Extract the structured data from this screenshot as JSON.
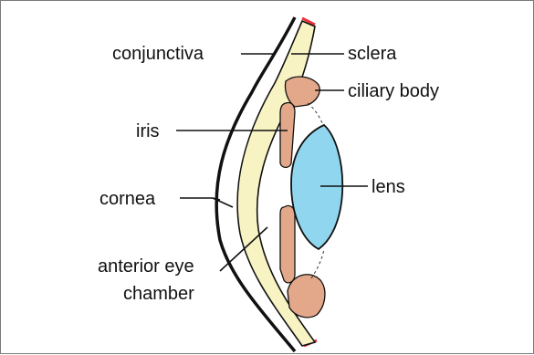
{
  "labels": {
    "conjunctiva": "conjunctiva",
    "sclera": "sclera",
    "ciliary_body": "ciliary body",
    "iris": "iris",
    "lens": "lens",
    "cornea": "cornea",
    "anterior_eye_chamber_line1": "anterior eye",
    "anterior_eye_chamber_line2": "chamber"
  },
  "colors": {
    "sclera_cornea": "#f8f3c3",
    "ciliary_iris": "#e3a88a",
    "lens": "#8fd6ee",
    "outline": "#111111",
    "edge_accent": "#e8343a",
    "frame_border": "#7a7a7a"
  }
}
